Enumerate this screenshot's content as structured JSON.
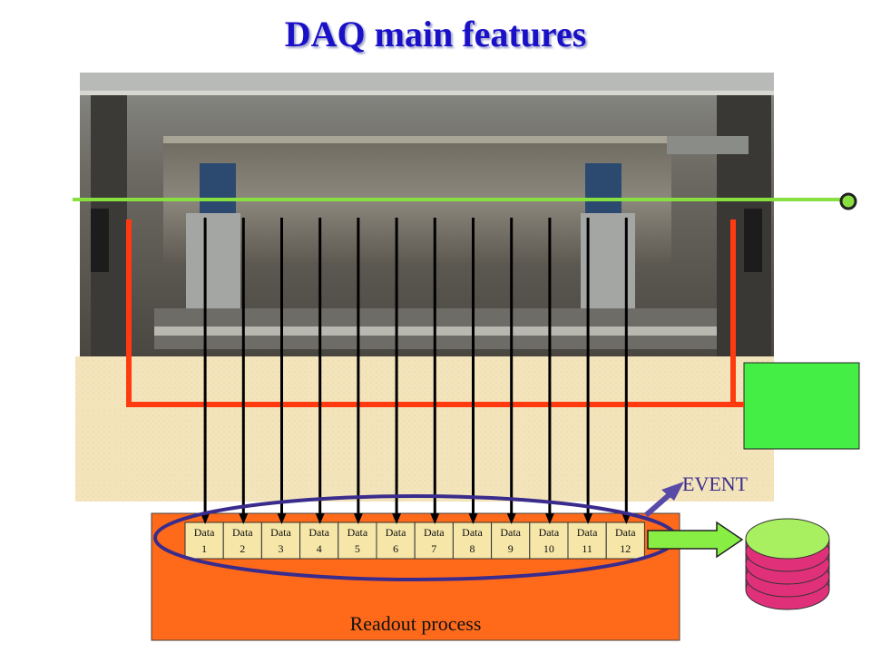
{
  "title": "DAQ main features",
  "event_label": "EVENT",
  "readout_label": "Readout process",
  "data_cells": [
    {
      "word": "Data",
      "num": "1"
    },
    {
      "word": "Data",
      "num": "2"
    },
    {
      "word": "Data",
      "num": "3"
    },
    {
      "word": "Data",
      "num": "4"
    },
    {
      "word": "Data",
      "num": "5"
    },
    {
      "word": "Data",
      "num": "6"
    },
    {
      "word": "Data",
      "num": "7"
    },
    {
      "word": "Data",
      "num": "8"
    },
    {
      "word": "Data",
      "num": "9"
    },
    {
      "word": "Data",
      "num": "10"
    },
    {
      "word": "Data",
      "num": "11"
    },
    {
      "word": "Data",
      "num": "12"
    }
  ],
  "colors": {
    "title": "#1a10c8",
    "beige_panel": "#f2e3b8",
    "readout_fill": "#ff6a1a",
    "data_cell_fill": "#f6e6a8",
    "trigger_red": "#ff3a10",
    "beam_green": "#88e040",
    "green_box": "#44ee44",
    "ellipse_stroke": "#3a2c8c",
    "disk_top": "#a8f060",
    "disk_side": "#e0307a"
  }
}
